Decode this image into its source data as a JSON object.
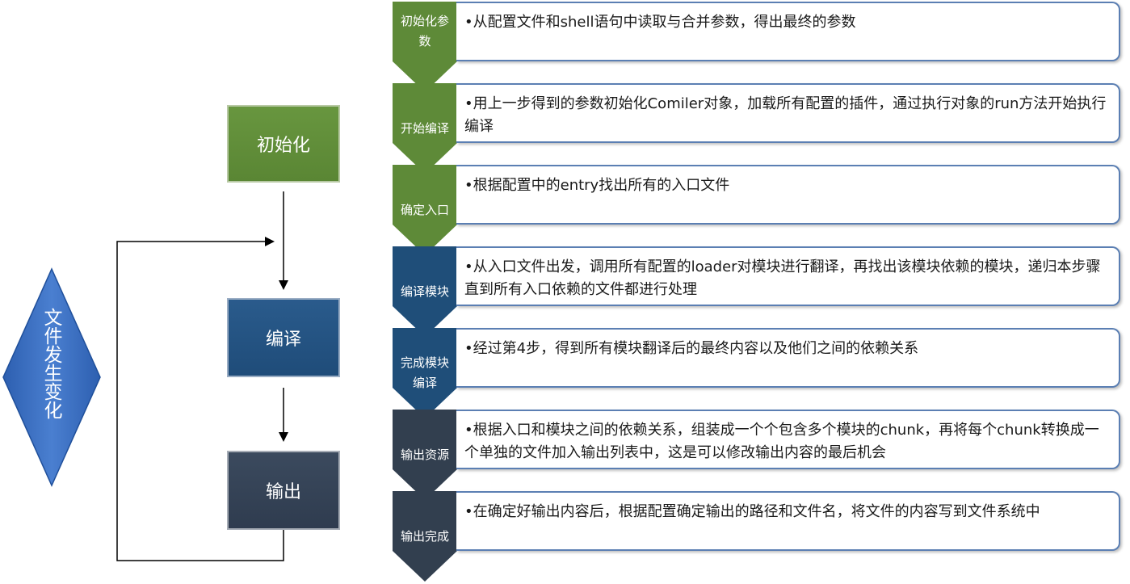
{
  "diagram": {
    "trigger_label": "文件发生变化",
    "stages": [
      {
        "label": "初始化",
        "color": "#5b8a36"
      },
      {
        "label": "编译",
        "color": "#23507e"
      },
      {
        "label": "输出",
        "color": "#323f53"
      }
    ],
    "steps": [
      {
        "title": "初始化参数",
        "description": "•从配置文件和shell语句中读取与合并参数，得出最终的参数",
        "color": "#5e8a38"
      },
      {
        "title": "开始编译",
        "description": "•用上一步得到的参数初始化Comiler对象，加载所有配置的插件，通过执行对象的run方法开始执行编译",
        "color": "#5e8a38"
      },
      {
        "title": "确定入口",
        "description": "•根据配置中的entry找出所有的入口文件",
        "color": "#5e8a38"
      },
      {
        "title": "编译模块",
        "description": "•从入口文件出发，调用所有配置的loader对模块进行翻译，再找出该模块依赖的模块，递归本步骤直到所有入口依赖的文件都进行处理",
        "color": "#1f4e79"
      },
      {
        "title": "完成模块编译",
        "description": "•经过第4步，得到所有模块翻译后的最终内容以及他们之间的依赖关系",
        "color": "#1f4e79"
      },
      {
        "title": "输出资源",
        "description": "•根据入口和模块之间的依赖关系，组装成一个个包含多个模块的chunk，再将每个chunk转换成一个单独的文件加入输出列表中，这是可以修改输出内容的最后机会",
        "color": "#323f4f"
      },
      {
        "title": "输出完成",
        "description": "•在确定好输出内容后，根据配置确定输出的路径和文件名，将文件的内容写到文件系统中",
        "color": "#323f4f"
      }
    ]
  }
}
